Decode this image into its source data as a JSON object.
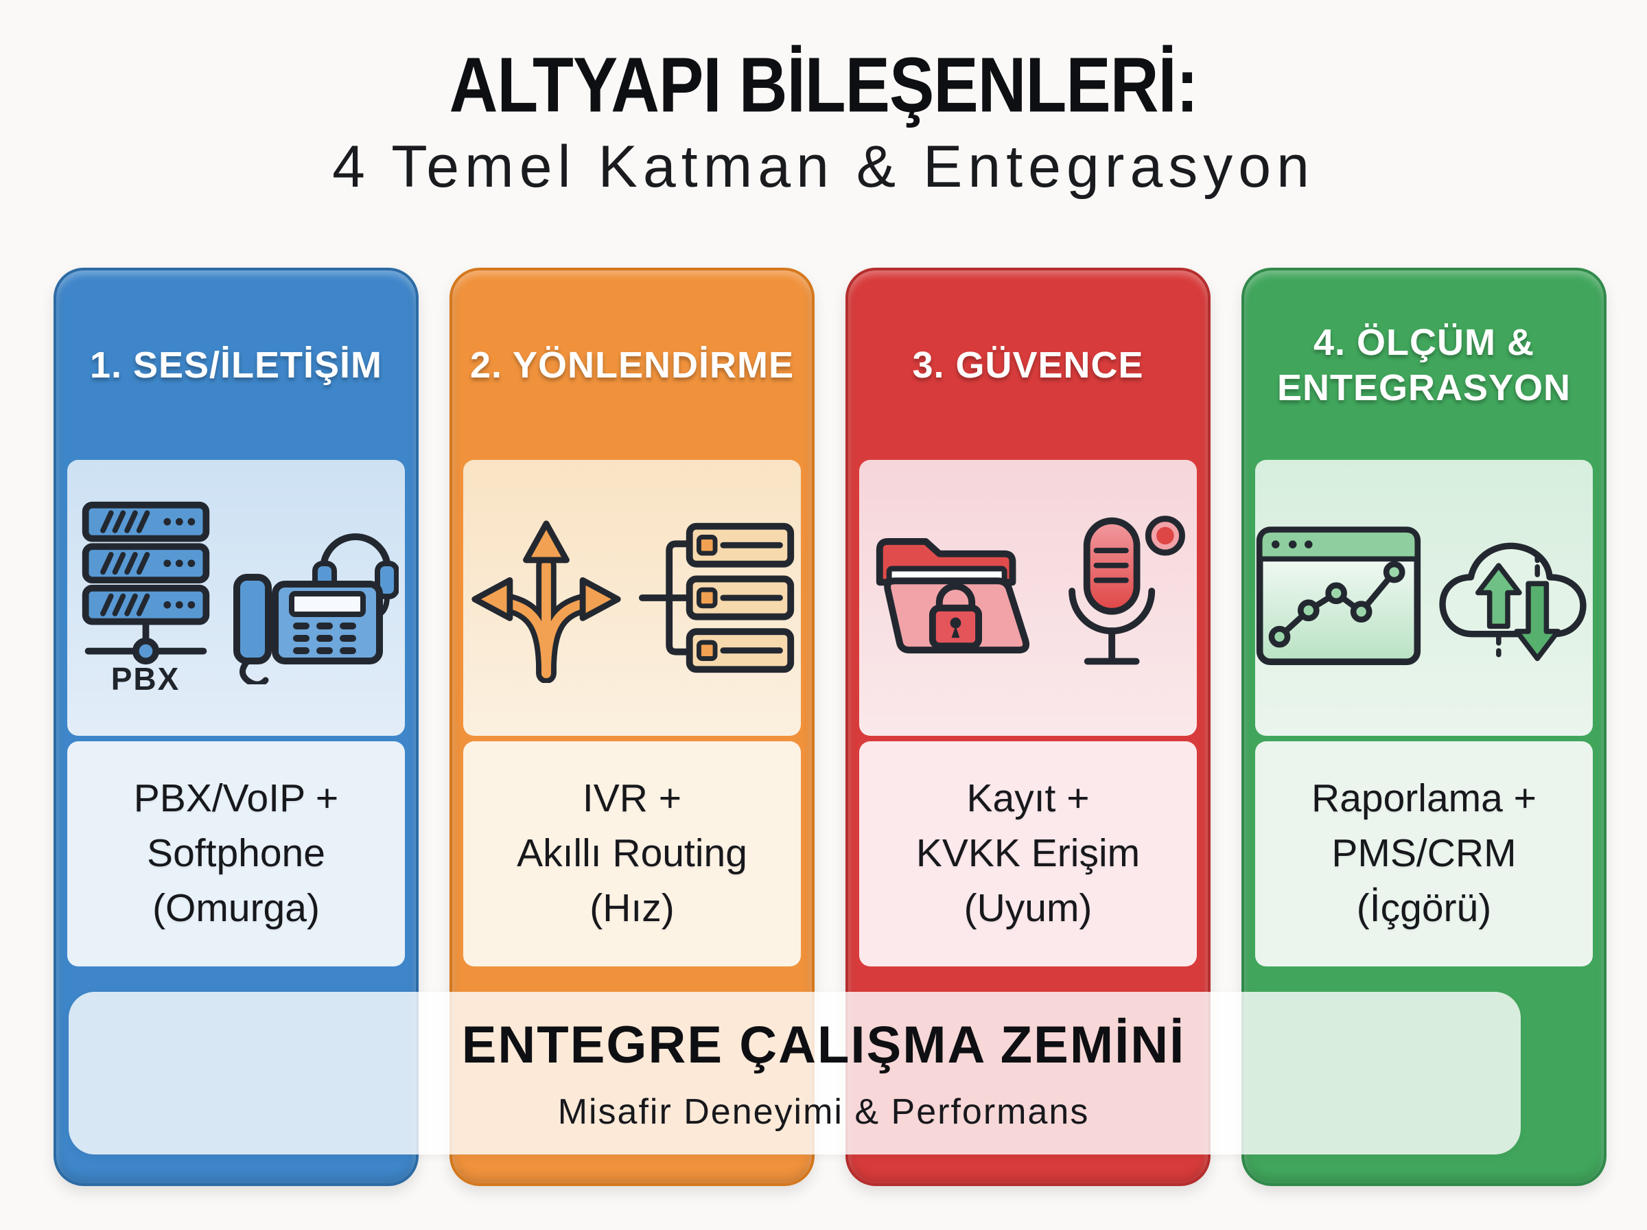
{
  "page": {
    "background": "#faf9f7",
    "title_line1": "ALTYAPI BİLEŞENLERİ:",
    "title_line2": "4 Temel Katman & Entegrasyon"
  },
  "columns": [
    {
      "header_lines": [
        "1. SES/İLETİŞİM"
      ],
      "body_lines": [
        "PBX/VoIP +",
        "Softphone",
        "(Omurga)"
      ],
      "icon_caption": "PBX",
      "icons": [
        "server-rack-icon",
        "desk-phone-headset-icon"
      ],
      "colors": {
        "header": "#3e86c9",
        "border": "#2d6ba5",
        "panel_top": "#cde1f3",
        "panel_bottom": "#e2edf8",
        "text_panel": "#e9f1f9"
      }
    },
    {
      "header_lines": [
        "2. YÖNLENDİRME"
      ],
      "body_lines": [
        "IVR +",
        "Akıllı Routing",
        "(Hız)"
      ],
      "icons": [
        "branch-arrows-icon",
        "queue-list-icon"
      ],
      "colors": {
        "header": "#f0923c",
        "border": "#d4781e",
        "panel_top": "#f9e3c4",
        "panel_bottom": "#fbf0df",
        "text_panel": "#fdf3e5"
      }
    },
    {
      "header_lines": [
        "3. GÜVENCE"
      ],
      "body_lines": [
        "Kayıt +",
        "KVKK Erişim",
        "(Uyum)"
      ],
      "icons": [
        "locked-folder-icon",
        "microphone-record-icon"
      ],
      "colors": {
        "header": "#d83b3b",
        "border": "#b52e2e",
        "panel_top": "#f6d6da",
        "panel_bottom": "#fae8ea",
        "text_panel": "#fbe9ec"
      }
    },
    {
      "header_lines": [
        "4. ÖLÇÜM &",
        "ENTEGRASYON"
      ],
      "body_lines": [
        "Raporlama +",
        "PMS/CRM",
        "(İçgörü)"
      ],
      "icons": [
        "analytics-window-icon",
        "cloud-sync-icon"
      ],
      "colors": {
        "header": "#41a65c",
        "border": "#31894a",
        "panel_top": "#d7eedd",
        "panel_bottom": "#eaf5ed",
        "text_panel": "#ebf5ee"
      }
    }
  ],
  "footer": {
    "title": "ENTEGRE ÇALIŞMA ZEMİNİ",
    "subtitle": "Misafir Deneyimi & Performans"
  }
}
